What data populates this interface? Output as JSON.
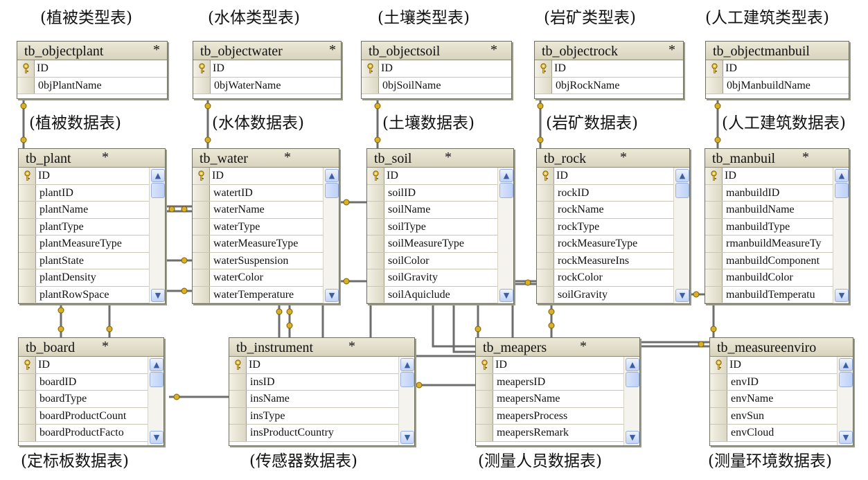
{
  "captions": {
    "top": [
      "(植被类型表)",
      "(水体类型表)",
      "(土壤类型表)",
      "(岩矿类型表)",
      "(人工建筑类型表)"
    ],
    "middle": [
      "(植被数据表)",
      "(水体数据表)",
      "(土壤数据表)",
      "(岩矿数据表)",
      "(人工建筑数据表)"
    ],
    "bottom": [
      "(定标板数据表)",
      "(传感器数据表)",
      "(测量人员数据表)",
      "(测量环境数据表)"
    ]
  },
  "tables": {
    "objectplant": {
      "name": "tb_objectplant",
      "star": "*",
      "fields": [
        "ID",
        "0bjPlantName"
      ]
    },
    "objectwater": {
      "name": "tb_objectwater",
      "star": "*",
      "fields": [
        "ID",
        "0bjWaterName"
      ]
    },
    "objectsoil": {
      "name": "tb_objectsoil",
      "star": "*",
      "fields": [
        "ID",
        "0bjSoilName"
      ]
    },
    "objectrock": {
      "name": "tb_objectrock",
      "star": "*",
      "fields": [
        "ID",
        "0bjRockName"
      ]
    },
    "objectmanbuil": {
      "name": "tb_objectmanbuil",
      "star": "",
      "fields": [
        "ID",
        "0bjManbuildName"
      ]
    },
    "plant": {
      "name": "tb_plant",
      "star": "*",
      "fields": [
        "ID",
        "plantID",
        "plantName",
        "plantType",
        "plantMeasureType",
        "plantState",
        "plantDensity",
        "plantRowSpace"
      ]
    },
    "water": {
      "name": "tb_water",
      "star": "*",
      "fields": [
        "ID",
        "watertID",
        "waterName",
        "waterType",
        "waterMeasureType",
        "waterSuspension",
        "waterColor",
        "waterTemperature"
      ]
    },
    "soil": {
      "name": "tb_soil",
      "star": "*",
      "fields": [
        "ID",
        "soilID",
        "soilName",
        "soilType",
        "soilMeasureType",
        "soilColor",
        "soilGravity",
        "soilAquiclude"
      ]
    },
    "rock": {
      "name": "tb_rock",
      "star": "*",
      "fields": [
        "ID",
        "rockID",
        "rockName",
        "rockType",
        "rockMeasureType",
        "rockMeasureIns",
        "rockColor",
        "soilGravity"
      ]
    },
    "manbuil": {
      "name": "tb_manbuil",
      "star": "*",
      "fields": [
        "ID",
        "manbuildID",
        "manbuildName",
        "manbuildType",
        "rmanbuildMeasureTy",
        "manbuildComponent",
        "manbuildColor",
        "manbuildTemperatu"
      ]
    },
    "board": {
      "name": "tb_board",
      "star": "*",
      "fields": [
        "ID",
        "boardID",
        "boardType",
        "boardProductCount",
        "boardProductFacto"
      ]
    },
    "instrument": {
      "name": "tb_instrument",
      "star": "*",
      "fields": [
        "ID",
        "insID",
        "insName",
        "insType",
        "insProductCountry"
      ]
    },
    "meapers": {
      "name": "tb_meapers",
      "star": "*",
      "fields": [
        "ID",
        "meapersID",
        "meapersName",
        "meapersProcess",
        "meapersRemark"
      ]
    },
    "measureenviro": {
      "name": "tb_measureenviro",
      "star": "",
      "fields": [
        "ID",
        "envID",
        "envName",
        "envSun",
        "envCloud"
      ]
    }
  },
  "colors": {
    "header": "#ece9d8",
    "border": "#6f6f5f",
    "key": "#d9b02a",
    "connector": "#777777"
  },
  "icons": {
    "primary_key": "key-icon",
    "scroll_up": "chevron-up-icon",
    "scroll_down": "chevron-down-icon"
  }
}
